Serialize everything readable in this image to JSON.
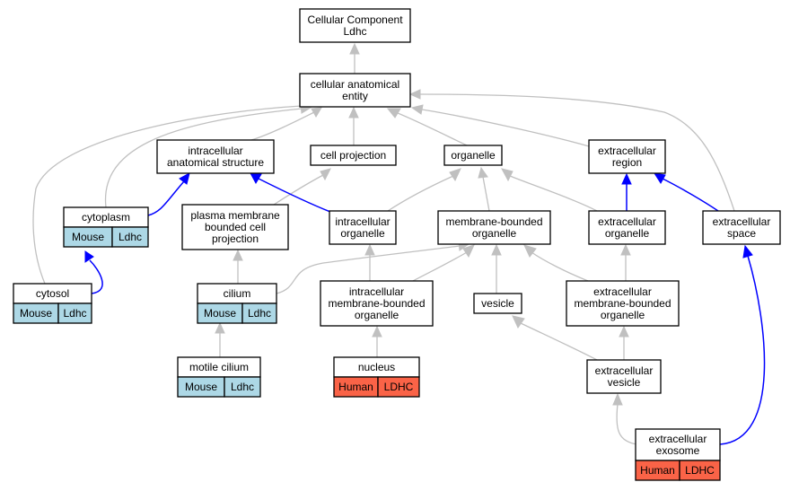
{
  "graph": {
    "colors": {
      "is_a_edge": "#c0c0c0",
      "part_of_edge": "#0000ff",
      "mouse_annotation": "#add8e6",
      "human_annotation": "#fa6347"
    },
    "nodes": {
      "root": {
        "lines": [
          "Cellular Component",
          "Ldhc"
        ]
      },
      "cae": {
        "lines": [
          "cellular anatomical",
          "entity"
        ]
      },
      "ias": {
        "lines": [
          "intracellular",
          "anatomical structure"
        ]
      },
      "cellproj": {
        "lines": [
          "cell projection"
        ]
      },
      "organelle": {
        "lines": [
          "organelle"
        ]
      },
      "ecregion": {
        "lines": [
          "extracellular",
          "region"
        ]
      },
      "cytoplasm": {
        "lines": [
          "cytoplasm"
        ],
        "species": "Mouse",
        "gene": "Ldhc"
      },
      "pmbcp": {
        "lines": [
          "plasma membrane",
          "bounded cell",
          "projection"
        ]
      },
      "icorg": {
        "lines": [
          "intracellular",
          "organelle"
        ]
      },
      "mbo": {
        "lines": [
          "membrane-bounded",
          "organelle"
        ]
      },
      "ecorg": {
        "lines": [
          "extracellular",
          "organelle"
        ]
      },
      "ecspace": {
        "lines": [
          "extracellular",
          "space"
        ]
      },
      "cytosol": {
        "lines": [
          "cytosol"
        ],
        "species": "Mouse",
        "gene": "Ldhc"
      },
      "cilium": {
        "lines": [
          "cilium"
        ],
        "species": "Mouse",
        "gene": "Ldhc"
      },
      "icmbo": {
        "lines": [
          "intracellular",
          "membrane-bounded",
          "organelle"
        ]
      },
      "vesicle": {
        "lines": [
          "vesicle"
        ]
      },
      "ecmbo": {
        "lines": [
          "extracellular",
          "membrane-bounded",
          "organelle"
        ]
      },
      "motcil": {
        "lines": [
          "motile cilium"
        ],
        "species": "Mouse",
        "gene": "Ldhc"
      },
      "nucleus": {
        "lines": [
          "nucleus"
        ],
        "species": "Human",
        "gene": "LDHC"
      },
      "ecves": {
        "lines": [
          "extracellular",
          "vesicle"
        ]
      },
      "exosome": {
        "lines": [
          "extracellular",
          "exosome"
        ],
        "species": "Human",
        "gene": "LDHC"
      }
    }
  }
}
